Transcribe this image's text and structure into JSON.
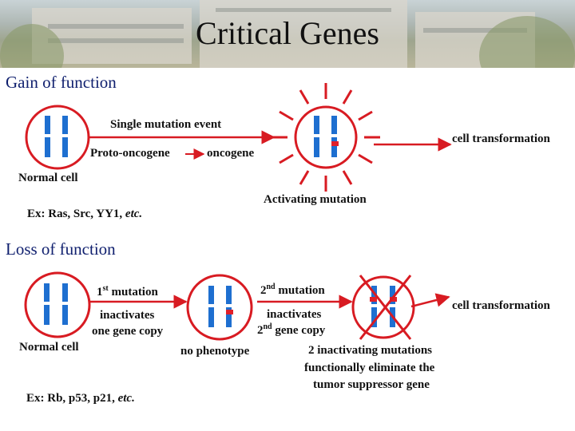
{
  "title": "Critical Genes",
  "gain": {
    "heading": "Gain of function",
    "single_mutation": "Single mutation event",
    "proto": "Proto-oncogene",
    "oncogene": "oncogene",
    "normal_cell": "Normal cell",
    "examples_prefix": "Ex: Ras, Src, YY1, ",
    "examples_etc": "etc.",
    "activating": "Activating mutation",
    "transformation": "cell transformation"
  },
  "loss": {
    "heading": "Loss of function",
    "first_num": "1",
    "first_sup": "st",
    "first_rest": " mutation",
    "inactivates1": "inactivates",
    "one_copy": "one gene copy",
    "normal_cell": "Normal cell",
    "second_num": "2",
    "second_sup": "nd",
    "second_rest": " mutation",
    "inactivates2": "inactivates",
    "second_copy_num": "2",
    "second_copy_sup": "nd",
    "second_copy_rest": " gene copy",
    "no_phenotype": "no phenotype",
    "two_inactivating": "2 inactivating mutations",
    "functionally": "functionally eliminate the",
    "tumor": "tumor suppressor gene",
    "transformation": "cell transformation",
    "examples_prefix": "Ex: Rb, p53, p21, ",
    "examples_etc": "etc."
  },
  "colors": {
    "chromosome": "#1e6fd0",
    "arrow": "#d81b22",
    "mutation": "#e0202a",
    "heading": "#0f1f6e"
  }
}
